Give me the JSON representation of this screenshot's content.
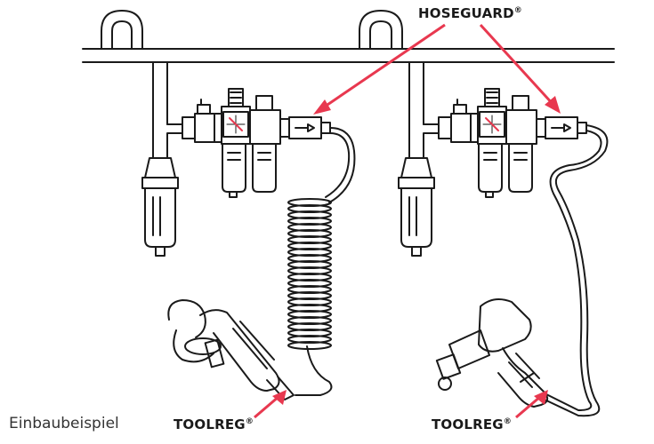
{
  "labels": {
    "hoseguard_name": "HOSEGUARD",
    "registered_mark": "®",
    "toolreg_left": "TOOLREG",
    "toolreg_right": "TOOLREG",
    "caption": "Einbaubeispiel"
  },
  "colors": {
    "line": "#1a1a1a",
    "arrow": "#e8384f",
    "background": "#ffffff"
  },
  "icons": [
    "overhead-air-line",
    "shutoff-valve",
    "filter-regulator-lubricator",
    "pressure-gauge",
    "coiled-hose",
    "straight-hose",
    "angle-grinder",
    "impact-wrench",
    "flow-direction-arrow"
  ]
}
